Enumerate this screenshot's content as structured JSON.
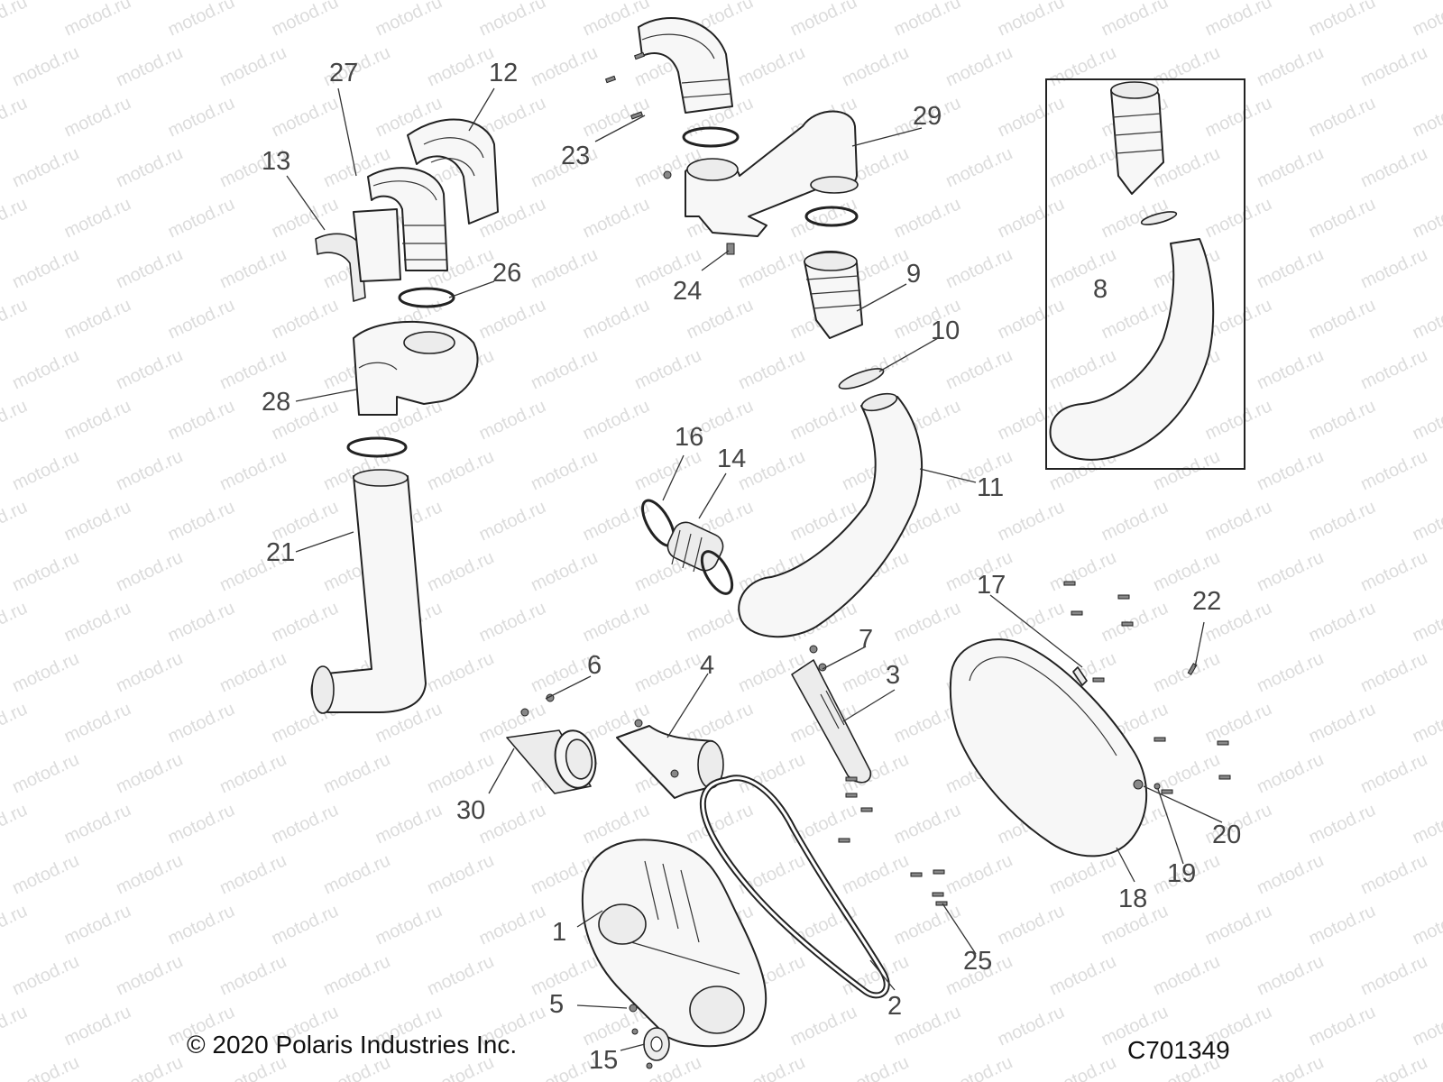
{
  "watermark": "motod.ru",
  "copyright": "© 2020 Polaris Industries Inc.",
  "diagram_code": "C701349",
  "callouts": {
    "c1": "1",
    "c2": "2",
    "c3": "3",
    "c4": "4",
    "c5": "5",
    "c6": "6",
    "c7": "7",
    "c8": "8",
    "c9": "9",
    "c10": "10",
    "c11": "11",
    "c12": "12",
    "c13": "13",
    "c14": "14",
    "c15": "15",
    "c16": "16",
    "c17": "17",
    "c18": "18",
    "c19": "19",
    "c20": "20",
    "c21": "21",
    "c22": "22",
    "c23": "23",
    "c24": "24",
    "c25": "25",
    "c26": "26",
    "c27": "27",
    "c28": "28",
    "c29": "29",
    "c30": "30"
  }
}
